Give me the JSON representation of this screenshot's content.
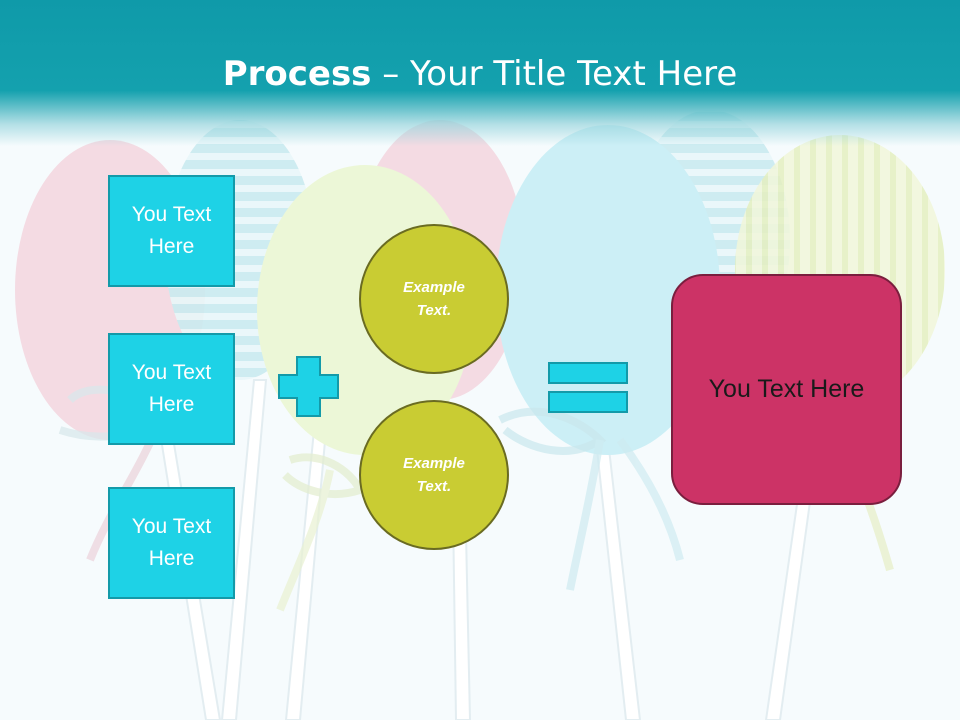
{
  "slide": {
    "title_bold": "Process",
    "title_rest": " – Your Title Text Here",
    "boxes": [
      "You Text Here",
      "You Text Here",
      "You Text Here"
    ],
    "circles": [
      "Example Text.",
      "Example Text."
    ],
    "result": "You Text Here"
  },
  "colors": {
    "header": "#14a1ae",
    "box": "#1ed2e6",
    "circle": "#c9cc33",
    "result": "#cc3366"
  }
}
